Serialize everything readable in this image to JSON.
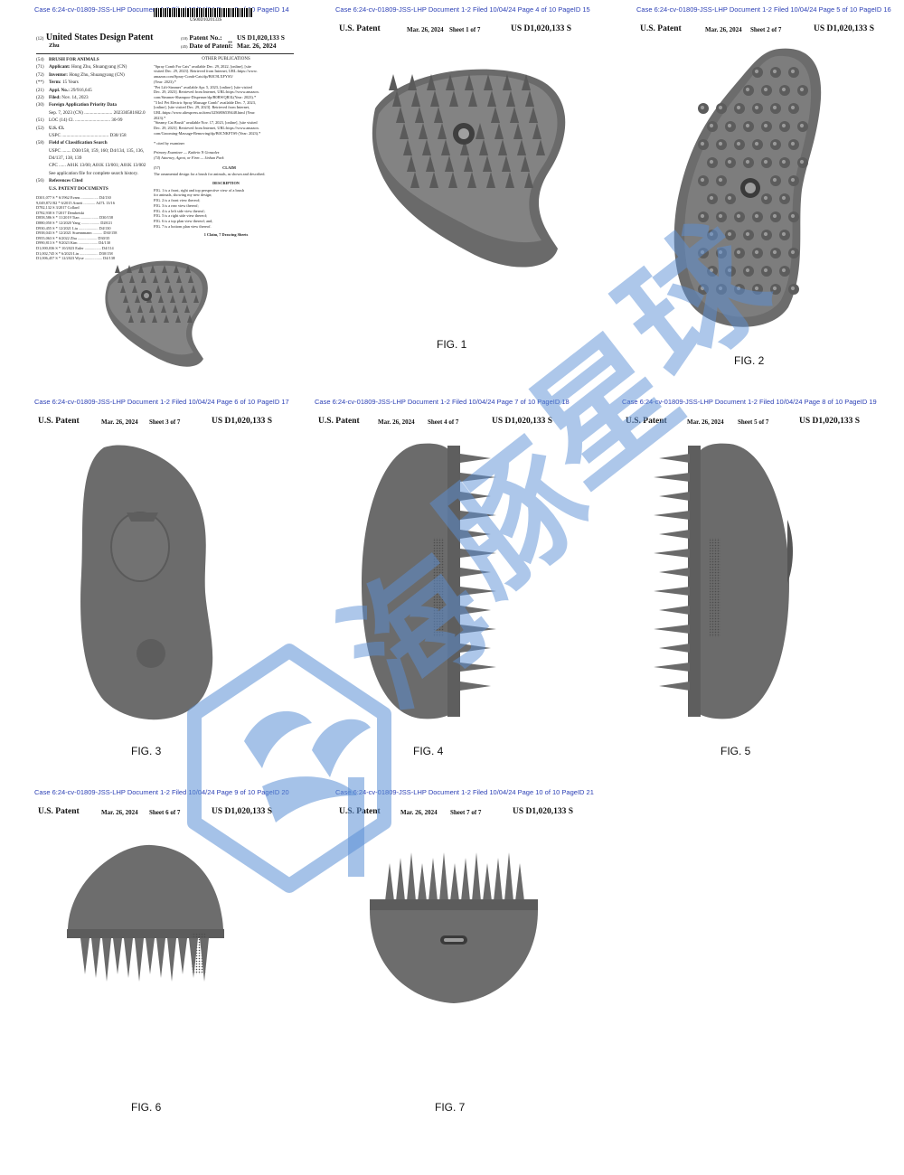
{
  "headers": [
    "Case 6:24-cv-01809-JSS-LHP   Document 1-2   Filed 10/04/24   Page 3 of 10 PageID 14",
    "Case 6:24-cv-01809-JSS-LHP   Document 1-2   Filed 10/04/24   Page 4 of 10 PageID 15",
    "Case 6:24-cv-01809-JSS-LHP   Document 1-2   Filed 10/04/24   Page 5 of 10 PageID 16",
    "Case 6:24-cv-01809-JSS-LHP   Document 1-2   Filed 10/04/24   Page 6 of 10 PageID 17",
    "Case 6:24-cv-01809-JSS-LHP   Document 1-2   Filed 10/04/24   Page 7 of 10 PageID 18",
    "Case 6:24-cv-01809-JSS-LHP   Document 1-2   Filed 10/04/24   Page 8 of 10 PageID 19",
    "Case 6:24-cv-01809-JSS-LHP   Document 1-2   Filed 10/04/24   Page 9 of 10 PageID 20",
    "Case 6:24-cv-01809-JSS-LHP   Document 1-2   Filed 10/04/24   Page 10 of 10 PageID 21"
  ],
  "sheet_header": {
    "label": "U.S. Patent",
    "date": "Mar. 26, 2024",
    "number": "US D1,020,133 S"
  },
  "sheets": [
    "Sheet 1 of 7",
    "Sheet 2 of 7",
    "Sheet 3 of 7",
    "Sheet 4 of 7",
    "Sheet 5 of 7",
    "Sheet 6 of 7",
    "Sheet 7 of 7"
  ],
  "figures": [
    "FIG. 1",
    "FIG. 2",
    "FIG. 3",
    "FIG. 4",
    "FIG. 5",
    "FIG. 6",
    "FIG. 7"
  ],
  "front": {
    "barcode_number": "US00D1020133S",
    "tag12": "(12)",
    "title": "United States Design Patent",
    "inventor_short": "Zhu",
    "tag10": "(10)",
    "patent_no_label": "Patent No.:",
    "patent_no": "US D1,020,133 S",
    "tag45": "(45)",
    "date_label": "Date of Patent:",
    "date_mark": "**",
    "date": "Mar. 26, 2024",
    "rows": [
      {
        "tag": "(54)",
        "label": "BRUSH FOR ANIMALS",
        "value": ""
      },
      {
        "tag": "(71)",
        "label": "Applicant:",
        "value": "Hong Zhu, Shuangyang (CN)"
      },
      {
        "tag": "(72)",
        "label": "Inventor:",
        "value": "Hong Zhu, Shuangyang (CN)"
      },
      {
        "tag": "(**)",
        "label": "Term:",
        "value": "15 Years"
      },
      {
        "tag": "(21)",
        "label": "Appl. No.:",
        "value": "29/916,645"
      },
      {
        "tag": "(22)",
        "label": "Filed:",
        "value": "Nov. 14, 2023"
      },
      {
        "tag": "(30)",
        "label": "Foreign Application Priority Data",
        "value": ""
      },
      {
        "tag": "",
        "label": "Sep. 7, 2023   (CN) ........................ 202330581602.0",
        "value": ""
      },
      {
        "tag": "(51)",
        "label": "LOC (14) Cl. .............................. 30-99",
        "value": ""
      },
      {
        "tag": "(52)",
        "label": "U.S. Cl.",
        "value": ""
      },
      {
        "tag": "",
        "label": "USPC ........................................ D30/158",
        "value": ""
      },
      {
        "tag": "(58)",
        "label": "Field of Classification Search",
        "value": ""
      },
      {
        "tag": "",
        "label": "USPC ........ D30/158, 159, 160; D4/134, 135, 136,",
        "value": ""
      },
      {
        "tag": "",
        "label": "D4/137, 138, 139",
        "value": ""
      },
      {
        "tag": "",
        "label": "CPC ...... A01K 13/00; A01K 13/001; A01K 13/002",
        "value": ""
      },
      {
        "tag": "",
        "label": "See application file for complete search history.",
        "value": ""
      },
      {
        "tag": "(56)",
        "label": "References Cited",
        "value": ""
      },
      {
        "tag": "",
        "label": "U.S. PATENT DOCUMENTS",
        "value": ""
      }
    ],
    "refs": [
      "D301,077 S  *  6/1962  Evans .................. D4/130",
      "9,049,872 B2 *  6/2015  Arnett ............ A47L 13/16",
      "D782,132 S    3/2017  Collard",
      "D782,938 S    7/2017  Dembetski",
      "D858,586 S  * 11/2019  Tian ................... D30/158",
      "D880,050 S  * 12/2020  Yang ................... D28/21",
      "D930,455 S  * 12/2021  Liu .................... D4/130",
      "D938,043 S  * 12/2021  Stuennmann .......... D30/158",
      "D955,063 S  *  6/2022  Zhu .................... D30/35",
      "D990,813 S  *  9/2023  Kim .................... D4/130",
      "D1,000,036 S * 10/2023  Euler ................. D4/114",
      "D1,002,745 S *  6/2023  Lin ................... D30/158",
      "D1,006,457 S * 12/2023  Wyse .................. D4/138"
    ],
    "other_pubs_title": "OTHER PUBLICATIONS",
    "other_pubs": [
      "\"Spray Comb For Cats\" available Dec. 29, 2022, [online], [site",
      "visited Dec. 29, 2023]. Retrieved from Internet, URL:https://www.",
      "amazon.com/Spray-Comb-Cats/dp/B0C9LXFYS5/",
      "(Year: 2023).*",
      "\"Pet Lift-Steamer\" available Apr. 5, 2023, [online], [site visited",
      "Dec. 29, 2023]. Retrieved from Internet, URL:https://www.amazon.",
      "com/Steamer-Shampoo-Dispenser/dp/B0BWQR3L(Year: 2023).*",
      "\"3 In1 Pet Electric Spray Massage Comb\" available Dec. 7, 2023,",
      "[online], [site visited Dec. 29, 2023]. Retrieved from Internet,",
      "URL:https://www.aliexpress.us/item/3256806539448.html (Year:",
      "2023).*",
      "\"Steamy Cat Brush\" available Nov. 17, 2023, [online], [site visited",
      "Dec. 29, 2023]. Retrieved from Internet, URL:https://www.amazon.",
      "com/Grooming-Massage-Removing/dp/B0CNKFTS9 (Year: 2023).*"
    ],
    "cited": "* cited by examiner",
    "examiner": "Primary Examiner — Kathrin N Gonzalez",
    "attorney": "(74) Attorney, Agent, or Firm — Jinhan Park",
    "claim_tag": "(57)",
    "claim_title": "CLAIM",
    "claim": "The ornamental design for a brush for animals, as shown and described.",
    "desc_title": "DESCRIPTION",
    "desc": [
      "FIG. 1 is a front, right and top perspective view of a brush",
      "for animals, showing my new design;",
      "FIG. 2 is a front view thereof;",
      "FIG. 3 is a rear view thereof;",
      "FIG. 4 is a left side view thereof;",
      "FIG. 5 is a right side view thereof;",
      "FIG. 6 is a top plan view thereof; and,",
      "FIG. 7 is a bottom plan view thereof."
    ],
    "claims_sheets": "1 Claim, 7 Drawing Sheets"
  },
  "colors": {
    "header_blue": "#2b3fb5",
    "body_gray": "#6e6e6e",
    "watermark": "#5b8fd6"
  }
}
